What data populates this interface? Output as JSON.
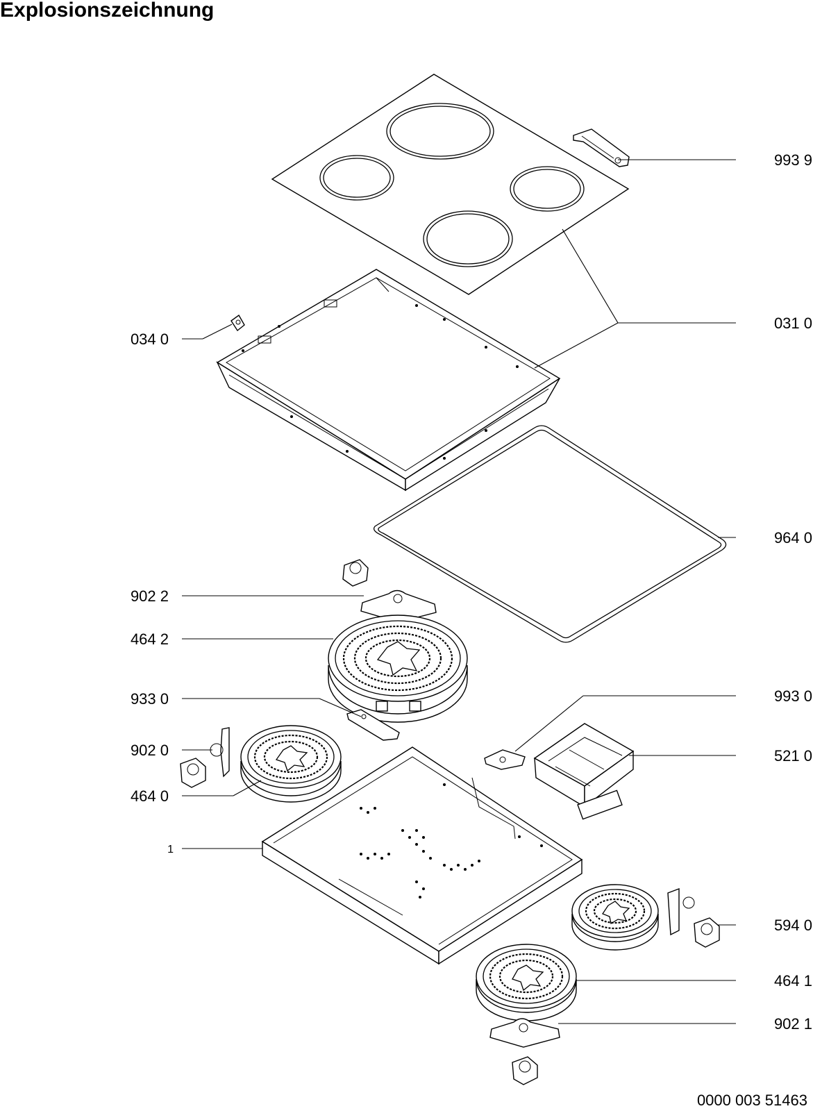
{
  "page": {
    "title": "Explosionszeichnung",
    "document_number": "0000 003 51463"
  },
  "parts": [
    {
      "id": "p9939",
      "number": "993 9"
    },
    {
      "id": "p0310",
      "number": "031 0"
    },
    {
      "id": "p0340",
      "number": "034 0"
    },
    {
      "id": "p9640",
      "number": "964 0"
    },
    {
      "id": "p9022",
      "number": "902 2"
    },
    {
      "id": "p4642",
      "number": "464 2"
    },
    {
      "id": "p9330",
      "number": "933 0"
    },
    {
      "id": "p9930",
      "number": "993 0"
    },
    {
      "id": "p9020",
      "number": "902 0"
    },
    {
      "id": "p5210",
      "number": "521 0"
    },
    {
      "id": "p4640",
      "number": "464 0"
    },
    {
      "id": "p1",
      "number": "1"
    },
    {
      "id": "p5940",
      "number": "594 0"
    },
    {
      "id": "p4641",
      "number": "464 1"
    },
    {
      "id": "p9021",
      "number": "902 1"
    }
  ]
}
